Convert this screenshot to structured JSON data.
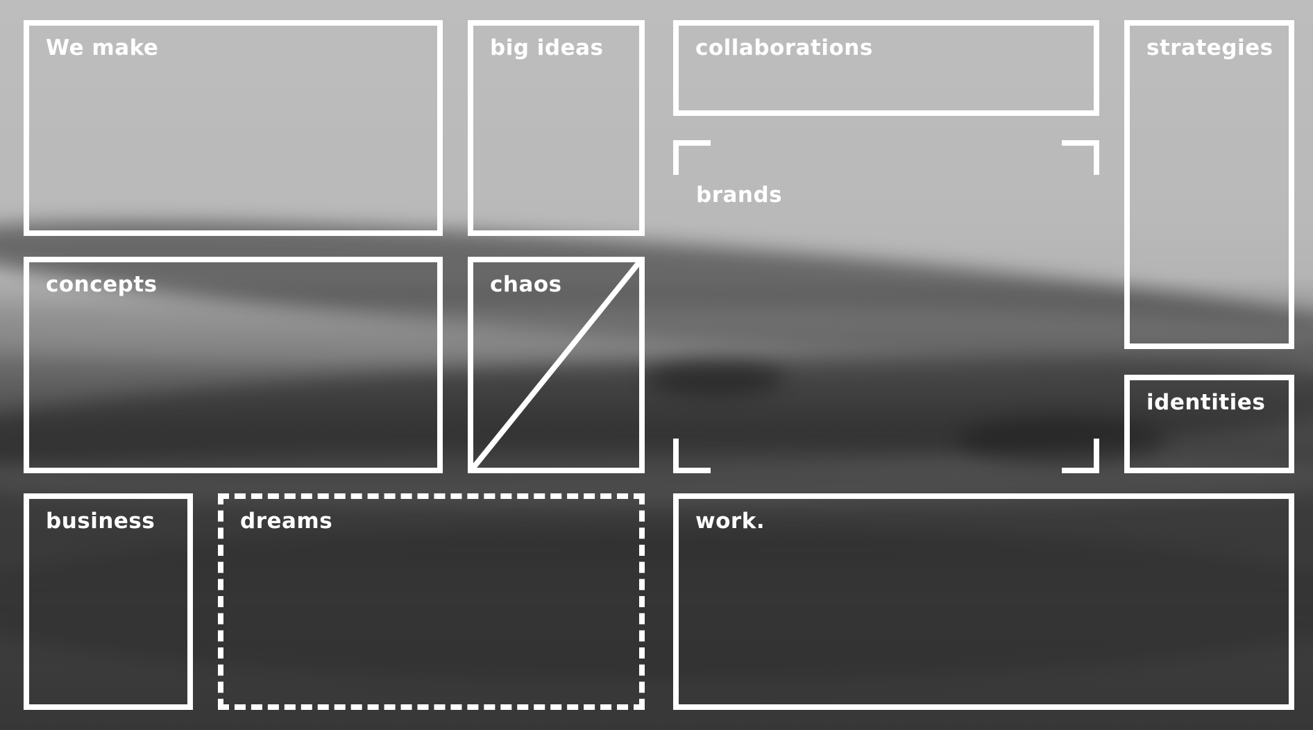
{
  "boxes": {
    "we_make": "We make",
    "big_ideas": "big ideas",
    "collaborations": "collaborations",
    "strategies": "strategies",
    "brands": "brands",
    "concepts": "concepts",
    "chaos": "chaos",
    "identities": "identities",
    "business": "business",
    "dreams": "dreams",
    "work": "work."
  },
  "colors": {
    "frame": "#ffffff",
    "sky": "#bdbdbd",
    "sea": "#3a3a3a"
  }
}
